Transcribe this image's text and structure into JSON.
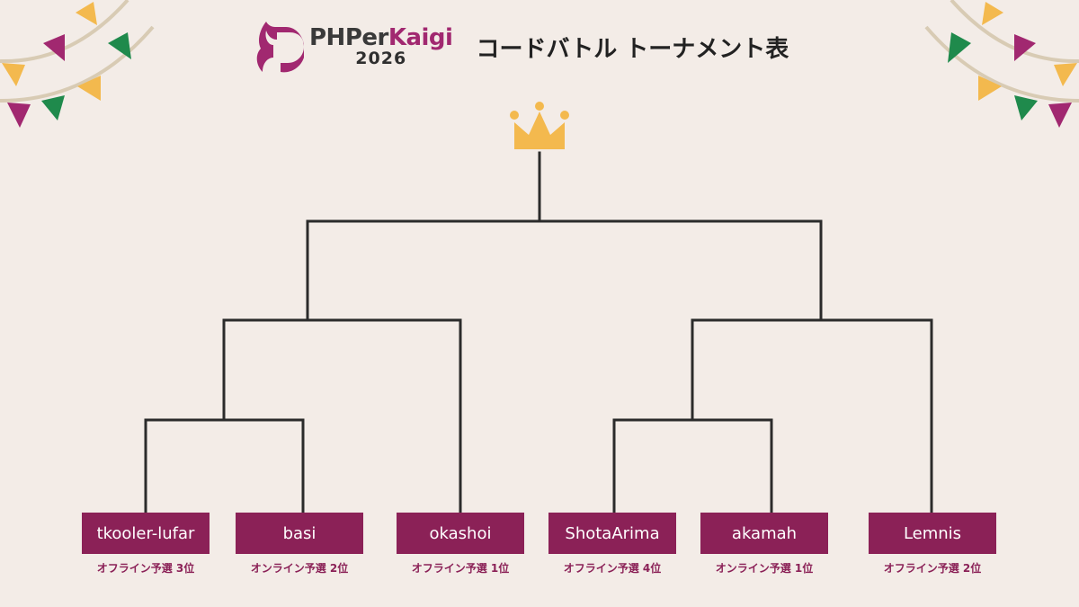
{
  "logo": {
    "name_part1": "PHPer",
    "name_part2": "Kaigi",
    "year": "2026"
  },
  "title": "コードバトル トーナメント表",
  "colors": {
    "background": "#f3ece7",
    "brand": "#8b2157",
    "bracket_line": "#2b2b2b",
    "crown": "#f3b94e",
    "flag_yellow": "#f3b94e",
    "flag_magenta": "#a12870",
    "flag_green": "#1f8a4c"
  },
  "players": [
    {
      "name": "tkooler-lufar",
      "qualifier": "オフライン予選 3位"
    },
    {
      "name": "basi",
      "qualifier": "オンライン予選 2位"
    },
    {
      "name": "okashoi",
      "qualifier": "オフライン予選 1位"
    },
    {
      "name": "ShotaArima",
      "qualifier": "オフライン予選 4位"
    },
    {
      "name": "akamah",
      "qualifier": "オンライン予選 1位"
    },
    {
      "name": "Lemnis",
      "qualifier": "オフライン予選 2位"
    }
  ],
  "icons": {
    "champion": "crown-icon",
    "decoration": "bunting-flags"
  }
}
